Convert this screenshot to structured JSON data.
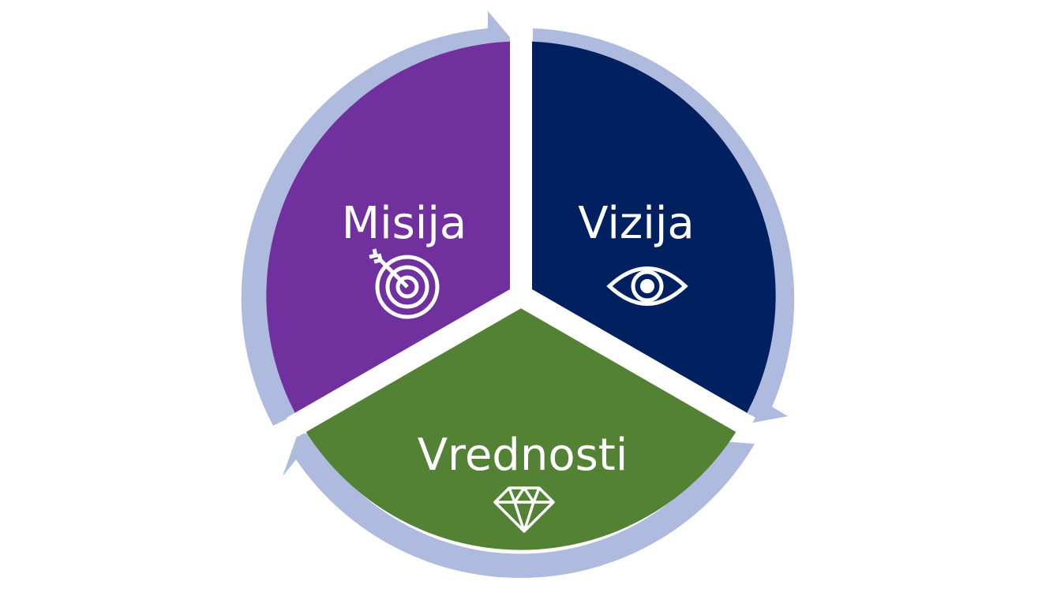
{
  "diagram": {
    "type": "cycle",
    "colors": {
      "ring": "#aebbde",
      "gap": "#ffffff",
      "icon": "#ffffff"
    },
    "segments": [
      {
        "label": "Misija",
        "icon": "target-icon",
        "color": "#70309e"
      },
      {
        "label": "Vizija",
        "icon": "eye-icon",
        "color": "#012060"
      },
      {
        "label": "Vrednosti",
        "icon": "diamond-icon",
        "color": "#548235"
      }
    ]
  }
}
